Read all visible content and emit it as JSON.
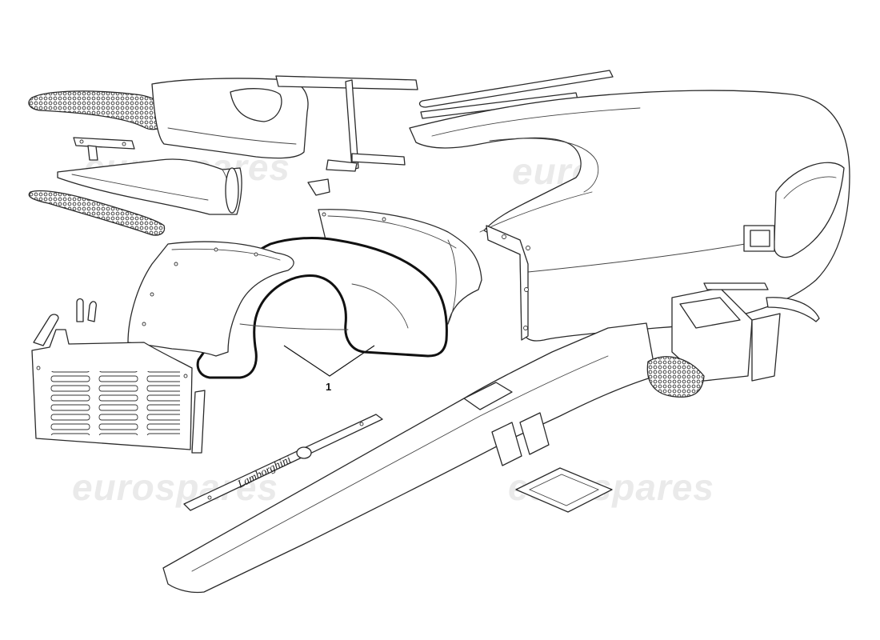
{
  "diagram": {
    "callouts": [
      {
        "id": "1",
        "label": "1"
      }
    ],
    "logo_text": "Lamborghini",
    "watermark": "eurospares"
  },
  "colors": {
    "line": "#2a2a2a",
    "watermark": "#d9d9d9",
    "background": "#ffffff"
  }
}
